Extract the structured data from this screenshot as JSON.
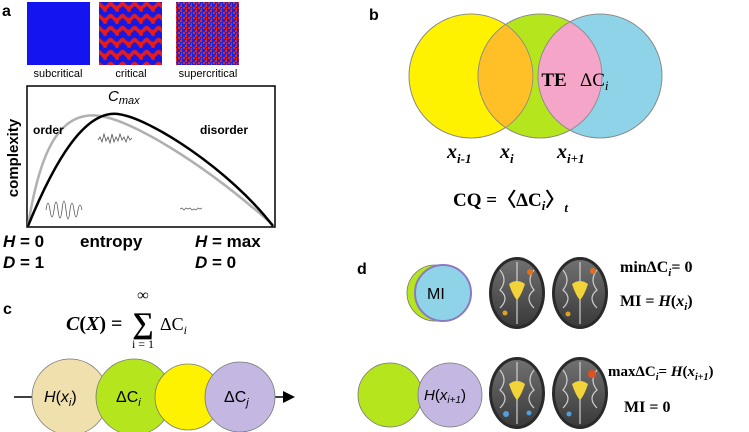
{
  "panel_a": {
    "letter": "a",
    "phases": [
      {
        "label": "subcritical",
        "color": "#1414f0"
      },
      {
        "label": "critical",
        "color": "#e41c1c"
      },
      {
        "label": "supercritical",
        "color": "#c82a5a"
      }
    ],
    "ylabel": "complexity",
    "cmax": "C",
    "cmax_sub": "max",
    "order": "order",
    "disorder": "disorder",
    "xlabel": "entropy",
    "h_left": "H = 0",
    "d_left": "D = 1",
    "h_right": "H = max",
    "d_right": "D = 0"
  },
  "panel_b": {
    "letter": "b",
    "te": "TE",
    "delta_c": "ΔC",
    "delta_c_sub": "i",
    "x_prev": "x",
    "x_prev_sub": "i-1",
    "x_cur": "x",
    "x_cur_sub": "i",
    "x_next": "x",
    "x_next_sub": "i+1",
    "cq": "CQ =〈ΔC",
    "cq_sub_i": "i",
    "cq_close": "〉",
    "cq_sub_t": "t",
    "colors": {
      "yellow": "#fff200",
      "green": "#b5e61d",
      "blue": "#8fd3e8",
      "orange": "#ffbf26",
      "pink": "#f4a5c8",
      "brown": "#a06a50"
    }
  },
  "panel_c": {
    "letter": "c",
    "formula_lhs": "C(X) =",
    "sum_top": "∞",
    "sum_sym": "∑",
    "sum_bottom": "i = 1",
    "formula_rhs": "ΔC",
    "formula_rhs_sub": "i",
    "circles": [
      {
        "label": "H(x",
        "sub": "i",
        "close": ")",
        "color": "#f0e0ae"
      },
      {
        "label": "ΔC",
        "sub": "i",
        "close": "",
        "color": "#b5e61d"
      },
      {
        "label": "",
        "sub": "",
        "close": "",
        "color": "#fff200"
      },
      {
        "label": "ΔC",
        "sub": "j",
        "close": "",
        "color": "#c4b8e3"
      }
    ]
  },
  "panel_d": {
    "letter": "d",
    "mi": "MI",
    "h_label": "H(x",
    "h_sub": "i+1",
    "h_close": ")",
    "eq1_prefix": "minΔC",
    "eq1_sub": "i",
    "eq1_suffix": "= 0",
    "eq2_prefix": "MI = ",
    "eq2_h": "H",
    "eq2_arg": "(x",
    "eq2_sub": "i",
    "eq2_close": ")",
    "eq3_prefix": "maxΔC",
    "eq3_sub": "i",
    "eq3_mid": "= H(x",
    "eq3_sub2": "i+1",
    "eq3_close": ")",
    "eq4": "MI = 0"
  }
}
